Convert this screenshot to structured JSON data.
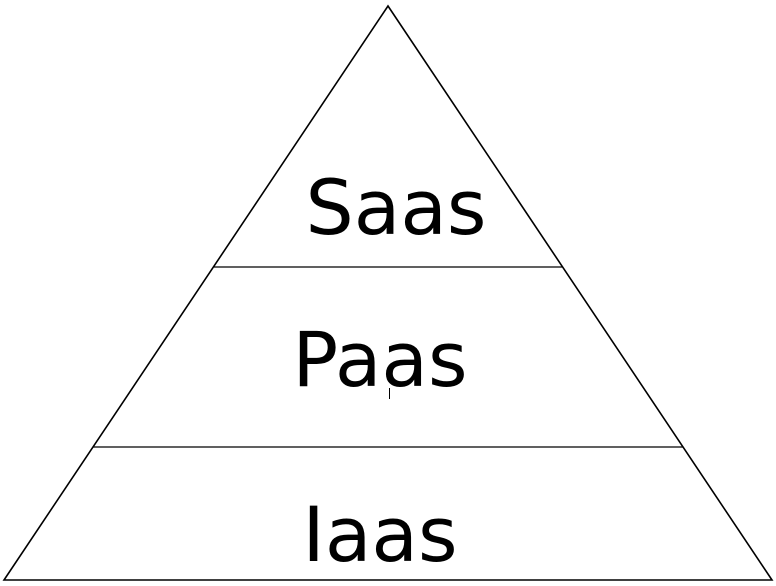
{
  "pyramid": {
    "layers": [
      {
        "label": "Saas"
      },
      {
        "label": "Paas"
      },
      {
        "label": "Iaas"
      }
    ]
  }
}
